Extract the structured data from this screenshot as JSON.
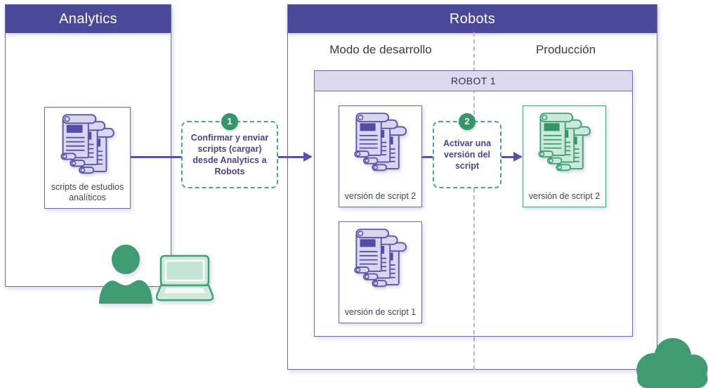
{
  "analytics": {
    "title": "Analytics",
    "scripts_box": {
      "label": "scripts de estudios analíticos"
    }
  },
  "steps": [
    {
      "number": "1",
      "text": "Confirmar y enviar scripts (cargar) desde Analytics a Robots"
    },
    {
      "number": "2",
      "text": "Activar una versión del script"
    }
  ],
  "robots": {
    "title": "Robots",
    "dev_column_label": "Modo de desarrollo",
    "prod_column_label": "Producción",
    "robot_box": {
      "title": "ROBOT 1",
      "dev_script_v2_label": "versión de script 2",
      "dev_script_v1_label": "versión de script 1",
      "prod_script_v2_label": "versión de script 2"
    }
  },
  "icons": {
    "scripts_stack": "scripts-stack-icon",
    "scripts_stack_green": "scripts-stack-green-icon",
    "person": "person-icon",
    "laptop": "laptop-icon",
    "cloud": "cloud-icon"
  },
  "colors": {
    "header_purple": "#4b4799",
    "panel_border": "#6b67b0",
    "scroll_accent": "#564ca6",
    "dashed_green": "#4aa87c",
    "badge_green": "#35966e",
    "figure_green": "#3e9b72",
    "arrow_purple": "#5a52a8",
    "robot_band_fill": "#dcd9ee"
  }
}
